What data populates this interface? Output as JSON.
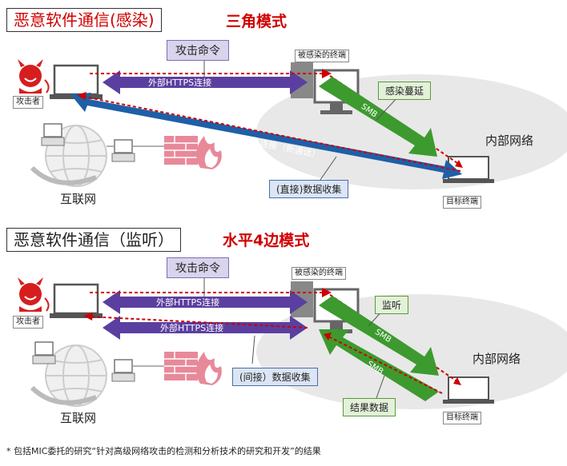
{
  "panel1": {
    "title": "恶意软件通信(感染)",
    "mode": "三角模式",
    "command": "攻击命令",
    "attacker": "攻击者",
    "infected": "被感染的终端",
    "spread": "感染蔓延",
    "internal_net": "内部网络",
    "target": "目标终端",
    "internet": "互联网",
    "https": "外部HTTPS连接",
    "https_new": "外部HTTPS连接（新通话）",
    "collection": "(直接)数据收集",
    "smb": "SMB"
  },
  "panel2": {
    "title": "恶意软件通信（监听）",
    "mode": "水平4边模式",
    "command": "攻击命令",
    "attacker": "攻击者",
    "infected": "被感染的终端",
    "monitor": "监听",
    "internal_net": "内部网络",
    "target": "目标终端",
    "internet": "互联网",
    "https1": "外部HTTPS连接",
    "https2": "外部HTTPS连接",
    "collection": "(间接）数据收集",
    "result": "结果数据",
    "smb1": "SMB",
    "smb2": "SMB"
  },
  "footnote": "* 包括MIC委托的研究“针对高级网络攻击的检测和分析技术的研究和开发”的结果",
  "colors": {
    "purple": "#5b3fa0",
    "blue": "#1f5fa8",
    "green": "#3d9a2f",
    "red_dotted": "#cc0000",
    "title_red": "#d00000"
  }
}
